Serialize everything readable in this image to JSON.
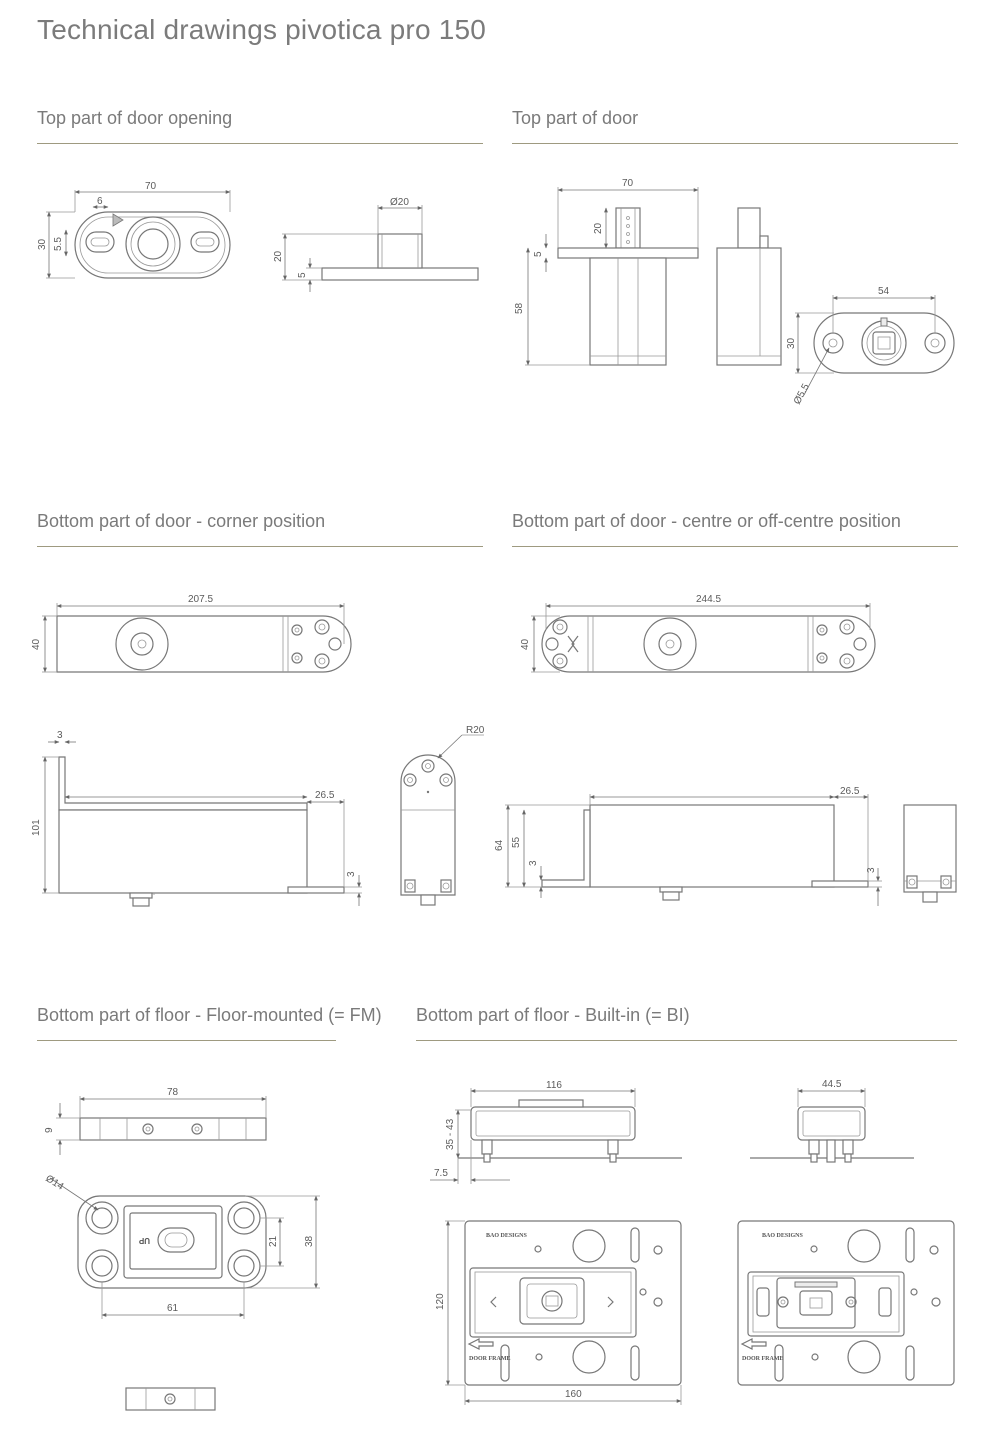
{
  "page_title": "Technical drawings pivotica pro 150",
  "sections": {
    "top_opening": "Top part of door opening",
    "top_door": "Top part of door",
    "bottom_corner": "Bottom part of door - corner position",
    "bottom_centre": "Bottom part of door - centre or off-centre position",
    "floor_fm": "Bottom part of floor - Floor-mounted (= FM)",
    "floor_bi": "Bottom part of floor - Built-in (= BI)"
  },
  "dims": {
    "top_opening": {
      "width": "70",
      "slot": "6",
      "height": "30",
      "slot_h": "5.5",
      "dia": "Ø20",
      "h20": "20",
      "h5": "5"
    },
    "top_door": {
      "width": "70",
      "h20": "20",
      "h5": "5",
      "h58": "58",
      "hole_spacing": "54",
      "h30": "30",
      "hole_dia": "Ø5.5"
    },
    "bottom_corner": {
      "length": "207.5",
      "width": "40",
      "plate_t": "3",
      "height": "101",
      "offset": "26.5",
      "t3": "3",
      "radius": "R20"
    },
    "bottom_centre": {
      "length": "244.5",
      "width": "40",
      "offset": "26.5",
      "h64": "64",
      "h55": "55",
      "t3a": "3",
      "t3b": "3"
    },
    "floor_fm": {
      "width": "78",
      "height": "9",
      "dia": "Ø14",
      "h21": "21",
      "h38": "38",
      "spacing": "61",
      "up_label": "UP"
    },
    "floor_bi": {
      "width": "116",
      "height": "35 - 43",
      "offset": "7.5",
      "width2": "44.5",
      "plate_h": "120",
      "plate_w": "160",
      "door_frame": "DOOR FRAME",
      "brand": "BAO DESIGNS"
    }
  }
}
